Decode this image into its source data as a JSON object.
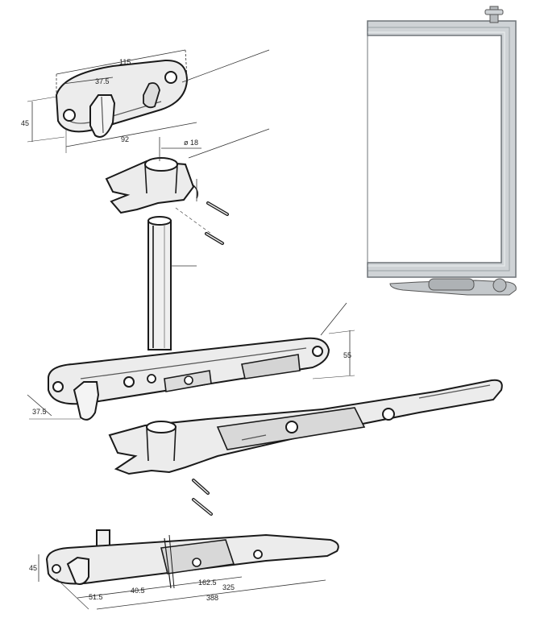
{
  "dimensions": {
    "top_width": "115",
    "top_offset": "37.5",
    "top_height": "45",
    "top_hole_spacing": "92",
    "bushing_diameter": "ø 18",
    "lever_height": "55",
    "lever_offset": "37.5",
    "assembly_height": "45",
    "assembly_a": "51.5",
    "assembly_b": "40.5",
    "assembly_c": "162.5",
    "assembly_d": "325",
    "assembly_e": "388"
  },
  "colors": {
    "frame": "#cfd3d6",
    "frame_edge": "#6f7478",
    "part_fill": "#e8e8e8",
    "part_stroke": "#1a1a1a"
  }
}
